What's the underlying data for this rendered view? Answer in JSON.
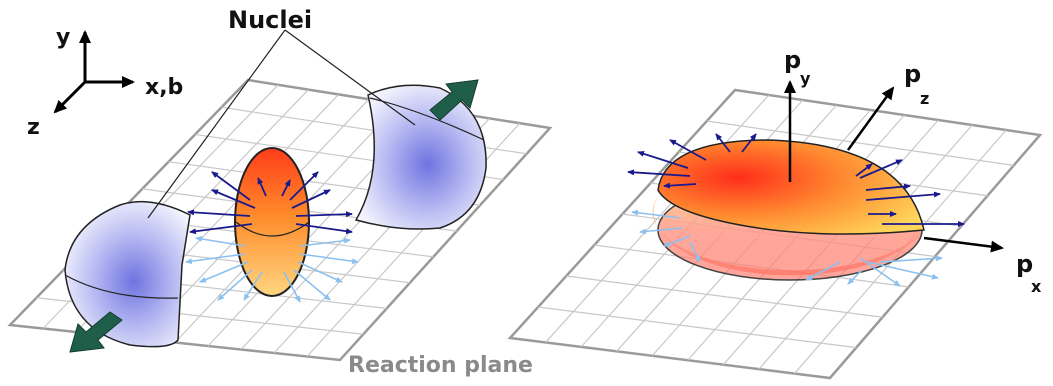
{
  "labels": {
    "nuclei": "Nuclei",
    "axis_y": "y",
    "axis_x": "x,b",
    "axis_z": "z",
    "p_y_base": "p",
    "p_y_sub": "y",
    "p_z_base": "p",
    "p_z_sub": "z",
    "p_x_base": "p",
    "p_x_sub": "x",
    "reaction_plane": "Reaction plane"
  },
  "colors": {
    "grid": "#9a9a9a",
    "nucleus": "#7b7fe6",
    "fireball_top": "#ff3a1a",
    "fireball_bottom": "#ffe28a",
    "arrow_dark": "#1a1a8c",
    "arrow_light": "#8cc0f0",
    "green_arrow": "#1f5f4a",
    "reaction_plane_text": "#8a8a8a"
  }
}
